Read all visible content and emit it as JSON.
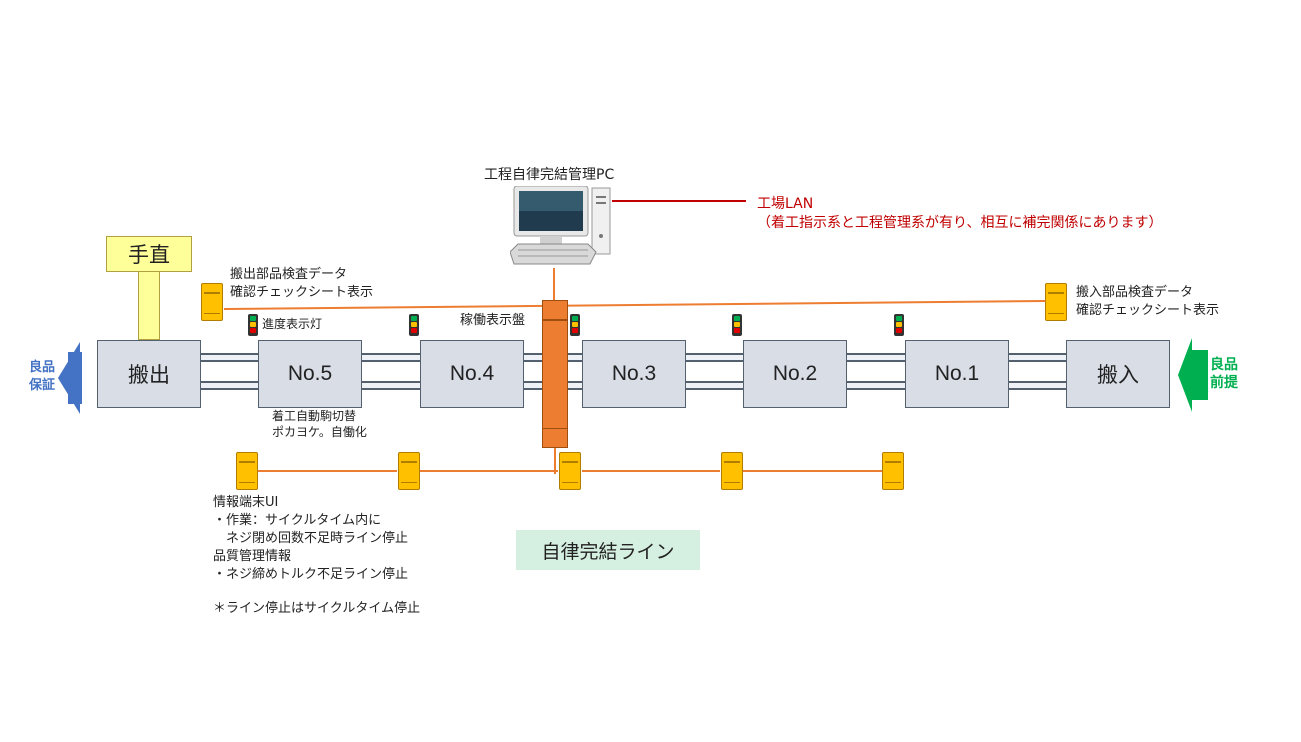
{
  "pc": {
    "label": "工程自律完結管理PC"
  },
  "lan": {
    "title": "工場LAN",
    "note": "（着工指示系と工程管理系が有り、相互に補完関係にあります）",
    "color": "#c00000"
  },
  "manual": {
    "label": "手直"
  },
  "stations": [
    "搬出",
    "No.5",
    "No.4",
    "No.3",
    "No.2",
    "No.1",
    "搬入"
  ],
  "left_terminal": {
    "line1": "搬出部品検査データ",
    "line2": "確認チェックシート表示"
  },
  "right_terminal": {
    "line1": "搬入部品検査データ",
    "line2": "確認チェックシート表示"
  },
  "progress_light_label": "進度表示灯",
  "status_board_label": "稼働表示盤",
  "station5_note": {
    "line1": "着工自動駒切替",
    "line2": "ポカヨケ。自働化"
  },
  "ui_info": {
    "lines": [
      "情報端末UI",
      "・作業：サイクルタイム内に",
      "　ネジ閉め回数不足時ライン停止",
      "品質管理情報",
      "・ネジ締めトルク不足ライン停止",
      "",
      "＊ライン停止はサイクルタイム停止"
    ]
  },
  "line_title": "自律完結ライン",
  "left_arrow": {
    "line1": "良品",
    "line2": "保証",
    "color": "#4472c4"
  },
  "right_arrow": {
    "line1": "良品",
    "line2": "前提",
    "color": "#00b050"
  },
  "colors": {
    "orange": "#ed7d31",
    "tablet": "#ffc000",
    "station_fill": "#d8dde6",
    "manual_fill": "#ffff99",
    "title_bg": "#d5efe0"
  }
}
